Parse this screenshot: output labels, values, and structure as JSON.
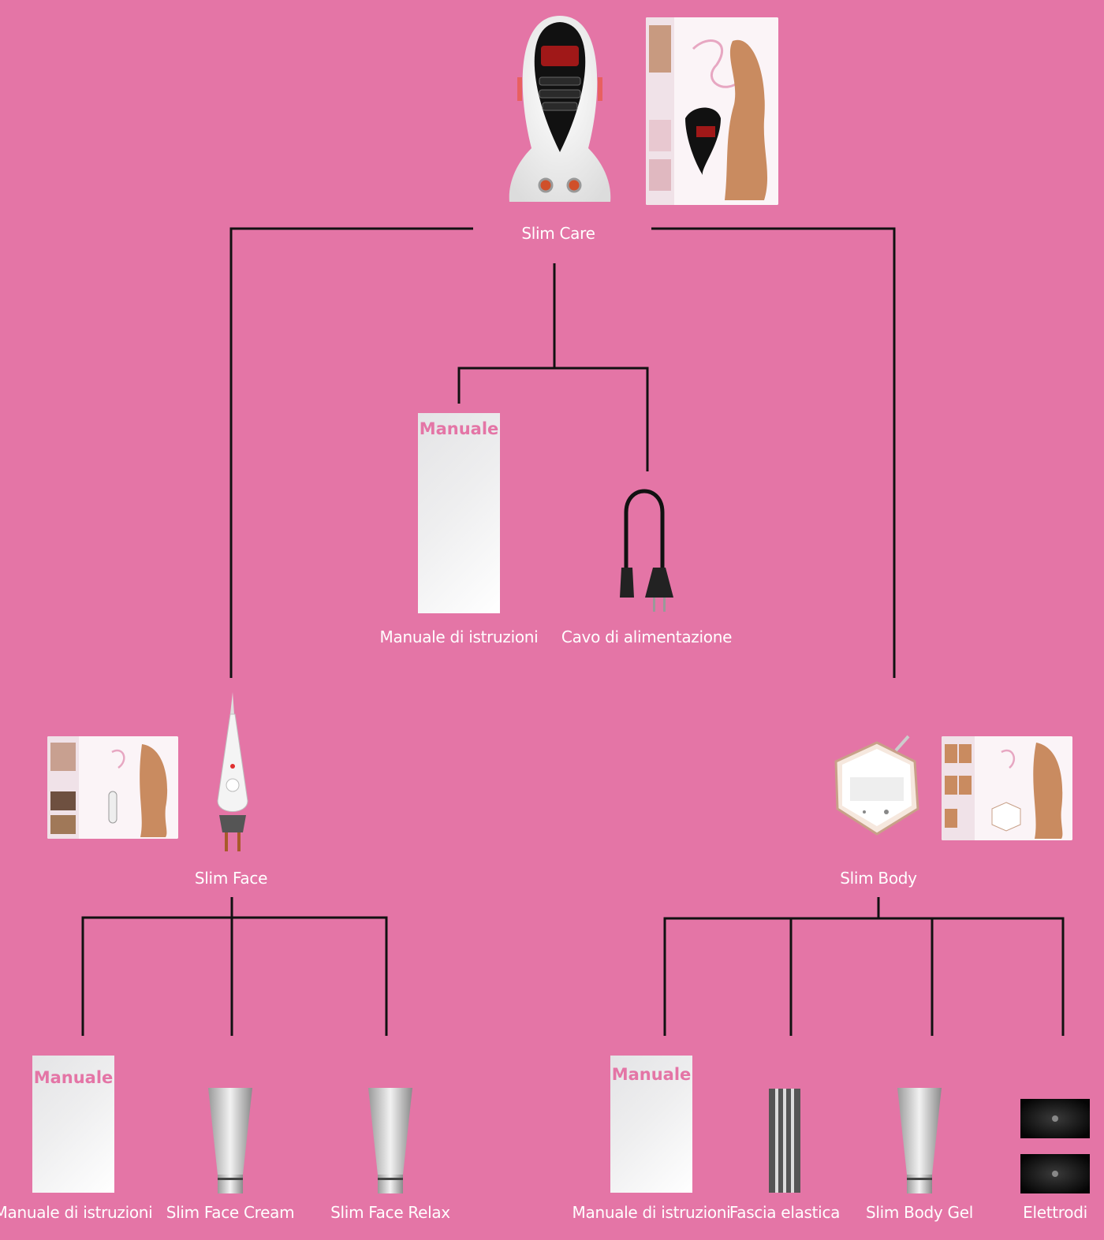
{
  "root": {
    "label": "Slim Care"
  },
  "root_accessories": [
    {
      "label": "Manuale di istruzioni",
      "badge": "Manuale",
      "icon": "manual-icon"
    },
    {
      "label": "Cavo di alimentazione",
      "icon": "power-cable-icon"
    }
  ],
  "face": {
    "label": "Slim Face",
    "accessories": [
      {
        "label": "Manuale di istruzioni",
        "badge": "Manuale",
        "icon": "manual-icon"
      },
      {
        "label": "Slim Face Cream",
        "icon": "tube-icon"
      },
      {
        "label": "Slim Face Relax",
        "icon": "tube-icon"
      }
    ]
  },
  "body": {
    "label": "Slim Body",
    "accessories": [
      {
        "label": "Manuale di istruzioni",
        "badge": "Manuale",
        "icon": "manual-icon"
      },
      {
        "label": "Fascia elastica",
        "icon": "elastic-band-icon"
      },
      {
        "label": "Slim Body Gel",
        "icon": "tube-icon"
      },
      {
        "label": "Elettrodi",
        "icon": "electrode-icon"
      }
    ]
  },
  "colors": {
    "background": "#e475a6",
    "line": "#111111",
    "text": "#ffffff",
    "accent": "#e475a6"
  }
}
